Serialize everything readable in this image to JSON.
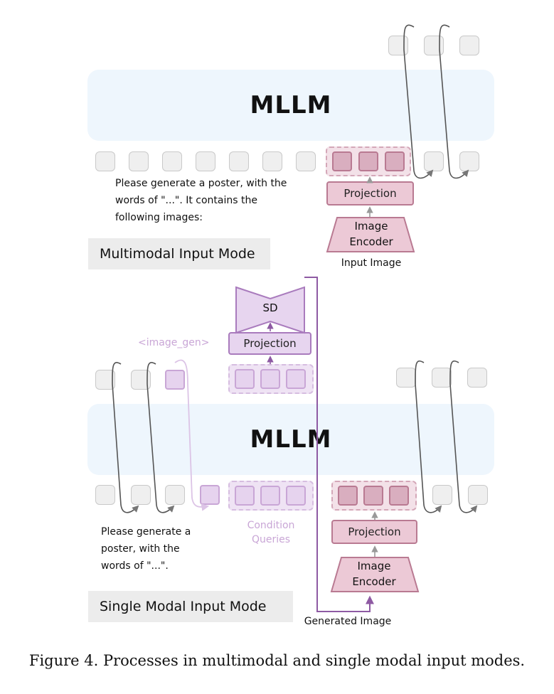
{
  "top": {
    "mllm_label": "MLLM",
    "prompt_lines": [
      "Please generate a poster, with the",
      "words of \"...\". It contains the",
      "following images:"
    ],
    "projection_label": "Projection",
    "encoder_lines": [
      "Image",
      "Encoder"
    ],
    "input_label": "Input Image",
    "mode_label": "Multimodal Input Mode"
  },
  "middle": {
    "sd_label": "SD",
    "projection_label": "Projection",
    "image_gen_token": "<image_gen>"
  },
  "bottom": {
    "mllm_label": "MLLM",
    "prompt_lines": [
      "Please generate a",
      "poster, with the",
      "words of \"...\"."
    ],
    "condition_lines": [
      "Condition",
      "Queries"
    ],
    "projection_label": "Projection",
    "encoder_lines": [
      "Image",
      "Encoder"
    ],
    "generated_label": "Generated Image",
    "mode_label": "Single Modal Input Mode"
  },
  "caption": "Figure 4. Processes in multimodal and single modal input modes.",
  "colors": {
    "mllm_bg": "#eef6fd",
    "pink_fill": "#ecc9d6",
    "pink_border": "#b97a92",
    "lavender_fill": "#e7d5ef",
    "lavender_border": "#a97bbd",
    "flow_line": "#8e5aa3"
  }
}
